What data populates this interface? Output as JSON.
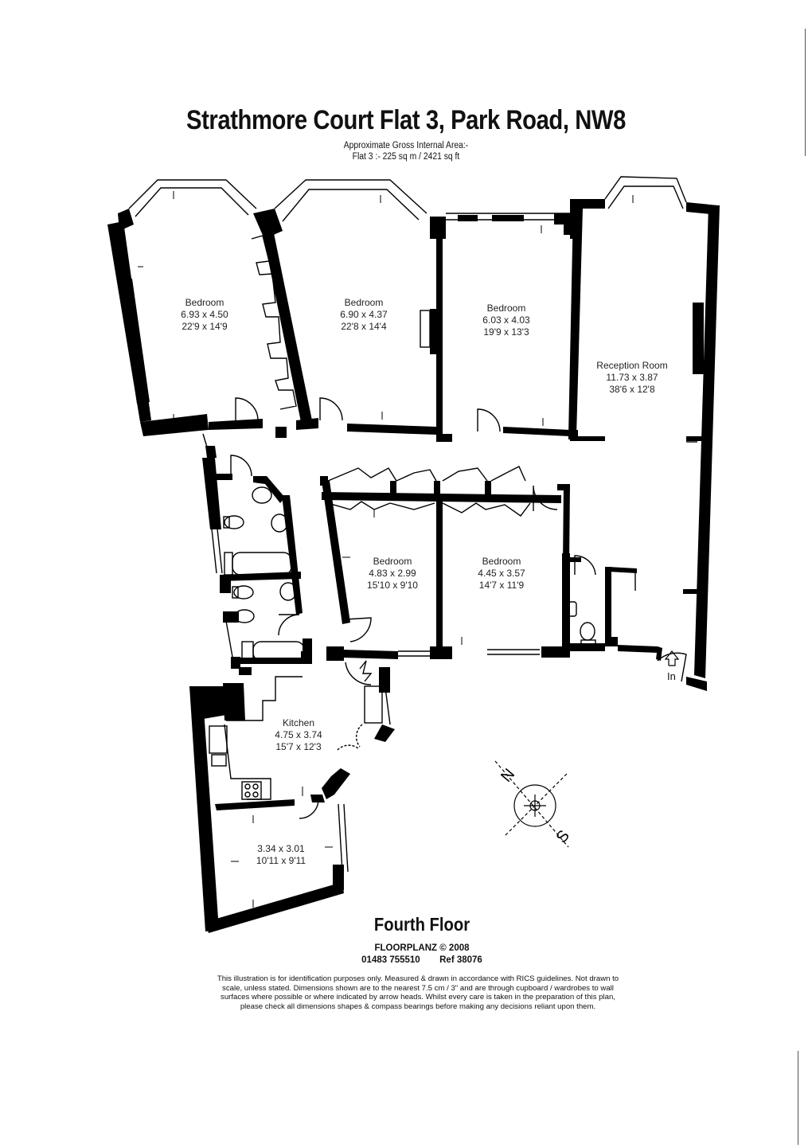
{
  "header": {
    "title": "Strathmore Court Flat 3, Park Road, NW8",
    "area_label": "Approximate Gross Internal Area:-",
    "area_value": "Flat 3 :- 225 sq m / 2421 sq ft"
  },
  "rooms": [
    {
      "name": "Bedroom",
      "metric": "6.93 x 4.50",
      "imperial": "22'9 x 14'9"
    },
    {
      "name": "Bedroom",
      "metric": "6.90 x 4.37",
      "imperial": "22'8 x 14'4"
    },
    {
      "name": "Bedroom",
      "metric": "6.03 x 4.03",
      "imperial": "19'9 x 13'3"
    },
    {
      "name": "Reception Room",
      "metric": "11.73 x 3.87",
      "imperial": "38'6 x 12'8"
    },
    {
      "name": "Bedroom",
      "metric": "4.83 x 2.99",
      "imperial": "15'10 x 9'10"
    },
    {
      "name": "Bedroom",
      "metric": "4.45 x 3.57",
      "imperial": "14'7 x 11'9"
    },
    {
      "name": "Kitchen",
      "metric": "4.75 x 3.74",
      "imperial": "15'7 x 12'3"
    },
    {
      "name": "",
      "metric": "3.34 x 3.01",
      "imperial": "10'11 x 9'11"
    }
  ],
  "entrance": {
    "label": "In"
  },
  "compass": {
    "north": "N",
    "south": "S"
  },
  "footer": {
    "floor": "Fourth Floor",
    "company": "FLOORPLANZ © 2008",
    "phone": "01483 755510",
    "ref": "Ref  38076",
    "disclaimer": "This illustration is for identification purposes only. Measured & drawn in accordance with RICS guidelines. Not drawn to scale, unless stated. Dimensions shown are to the nearest 7.5 cm / 3\" and are through cupboard / wardrobes to wall surfaces where possible or where indicated by arrow heads. Whilst every care is taken in the preparation of this plan, please check all dimensions shapes & compass bearings before making any decisions reliant upon them."
  }
}
